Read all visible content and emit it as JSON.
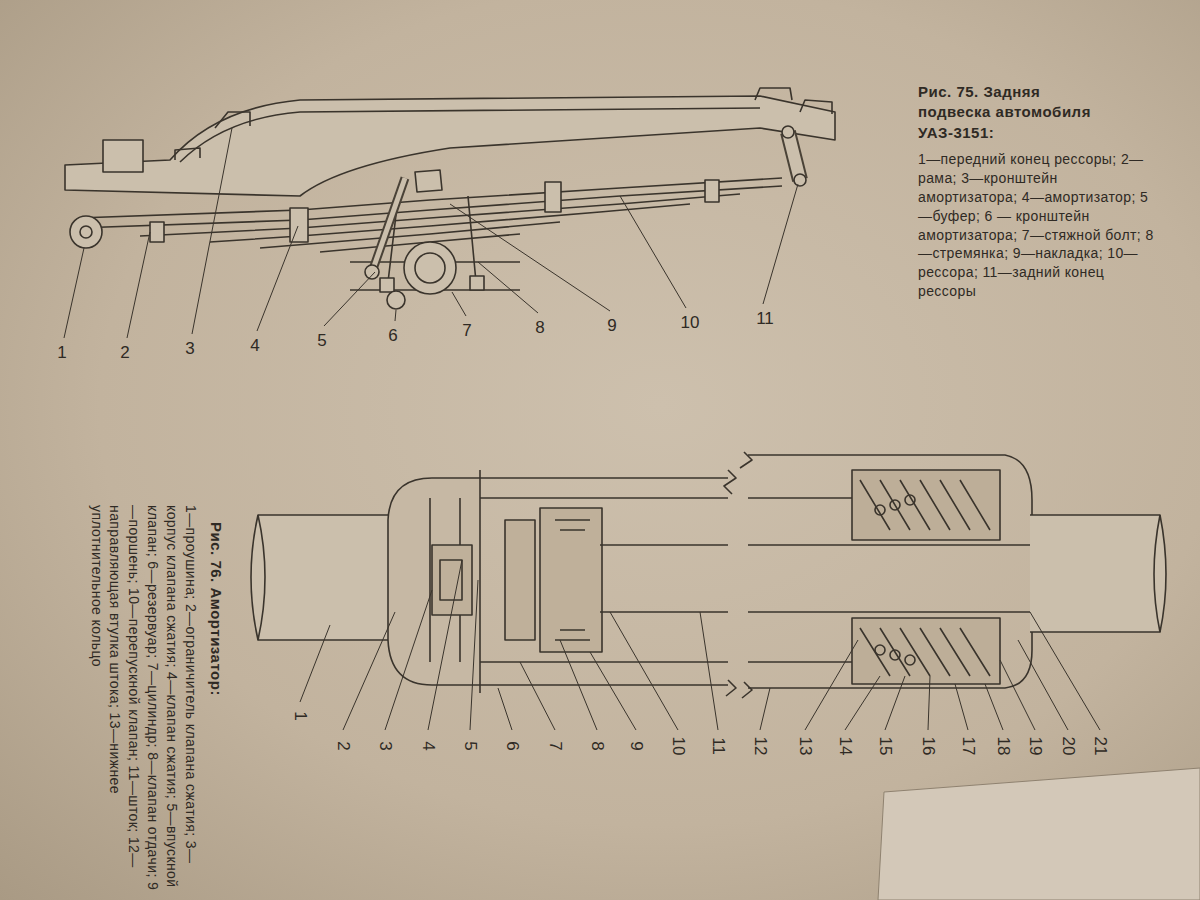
{
  "diagram": {
    "labels": [
      "Рис. 75. Задняя подвеска автомобиля УАЗ-3151:",
      "1—передний конец рессоры; 2—рама; 3—кронштейн амортизатора; 4—амортизатор; 5—буфер; 6 — кронштейн амортизатора; 7—стяжной болт; 8—стремянка; 9—накладка; 10—рессора; 11—задний конец рессоры",
      "1",
      "2",
      "3",
      "4",
      "5",
      "6",
      "7",
      "8",
      "9",
      "10",
      "11",
      "Рис. 76. Амортизатор:",
      "1—проушина; 2—ограничитель клапана сжатия; 3—корпус клапана сжатия; 4—клапан сжатия; 5—впускной клапан; 6—резервуар; 7—цилиндр; 8—клапан отдачи; 9—поршень; 10—перепускной клапан; 11—шток; 12—направляющая втулка штока; 13—нижнее уплотнительное кольцо",
      "1",
      "2",
      "3",
      "4",
      "5",
      "6",
      "7",
      "8",
      "9",
      "10",
      "11",
      "12",
      "13",
      "14",
      "15",
      "16",
      "17",
      "18",
      "19",
      "20",
      "21"
    ]
  }
}
